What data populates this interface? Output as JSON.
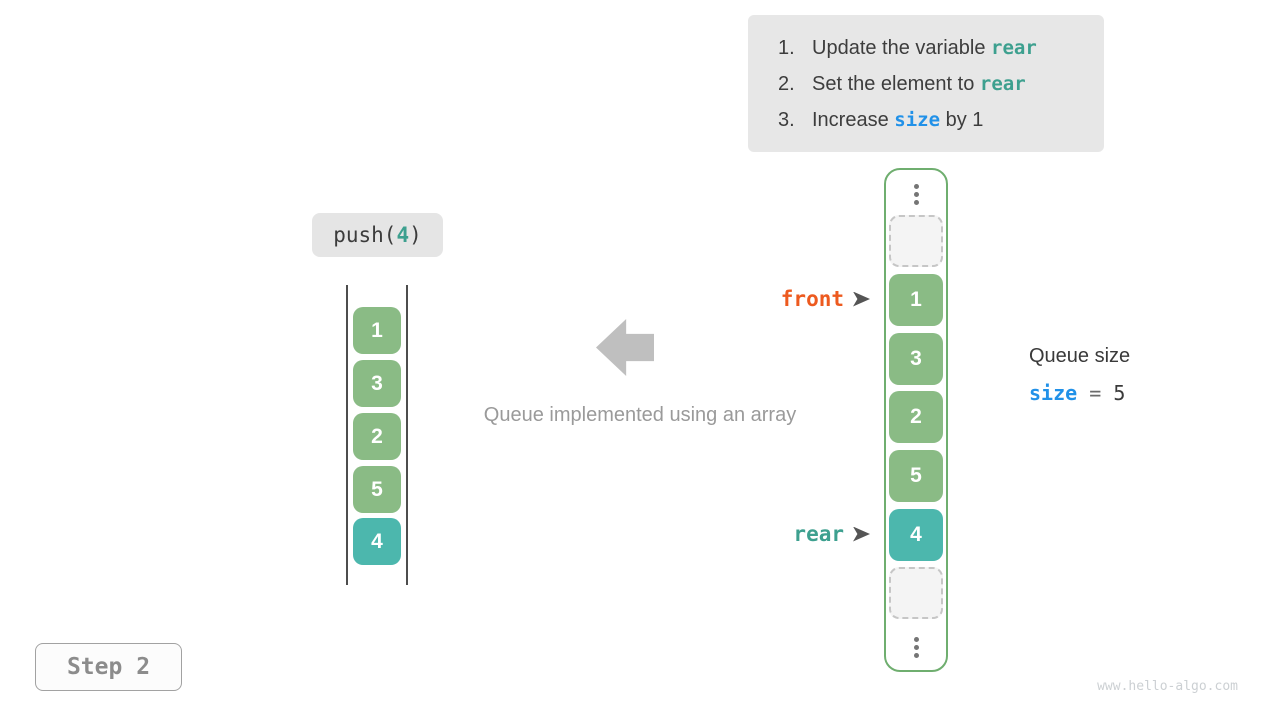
{
  "instructions": {
    "items": [
      {
        "num": "1.",
        "pre": "Update the variable ",
        "code": "rear",
        "post": ""
      },
      {
        "num": "2.",
        "pre": "Set the element to ",
        "code": "rear",
        "post": ""
      },
      {
        "num": "3.",
        "pre": "Increase ",
        "code": "size",
        "post": " by 1"
      }
    ]
  },
  "push_label": {
    "prefix": "push(",
    "arg": "4",
    "suffix": ")"
  },
  "left_queue": {
    "values": [
      "1",
      "3",
      "2",
      "5",
      "4"
    ]
  },
  "caption": "Queue implemented using an array",
  "array": {
    "values": [
      "1",
      "3",
      "2",
      "5",
      "4"
    ]
  },
  "pointers": {
    "front_label": "front",
    "rear_label": "rear"
  },
  "queue_size": {
    "title": "Queue size",
    "var_name": "size",
    "equals": "=",
    "value": "5"
  },
  "step_label": "Step 2",
  "watermark": "www.hello-algo.com",
  "colors": {
    "cell-green": "#8abb85",
    "cell-teal": "#4cb7ad",
    "container-border": "#6fae6f",
    "front-orange": "#ed5a1f",
    "rear-teal": "#3da08f",
    "size-blue": "#2191e8"
  }
}
